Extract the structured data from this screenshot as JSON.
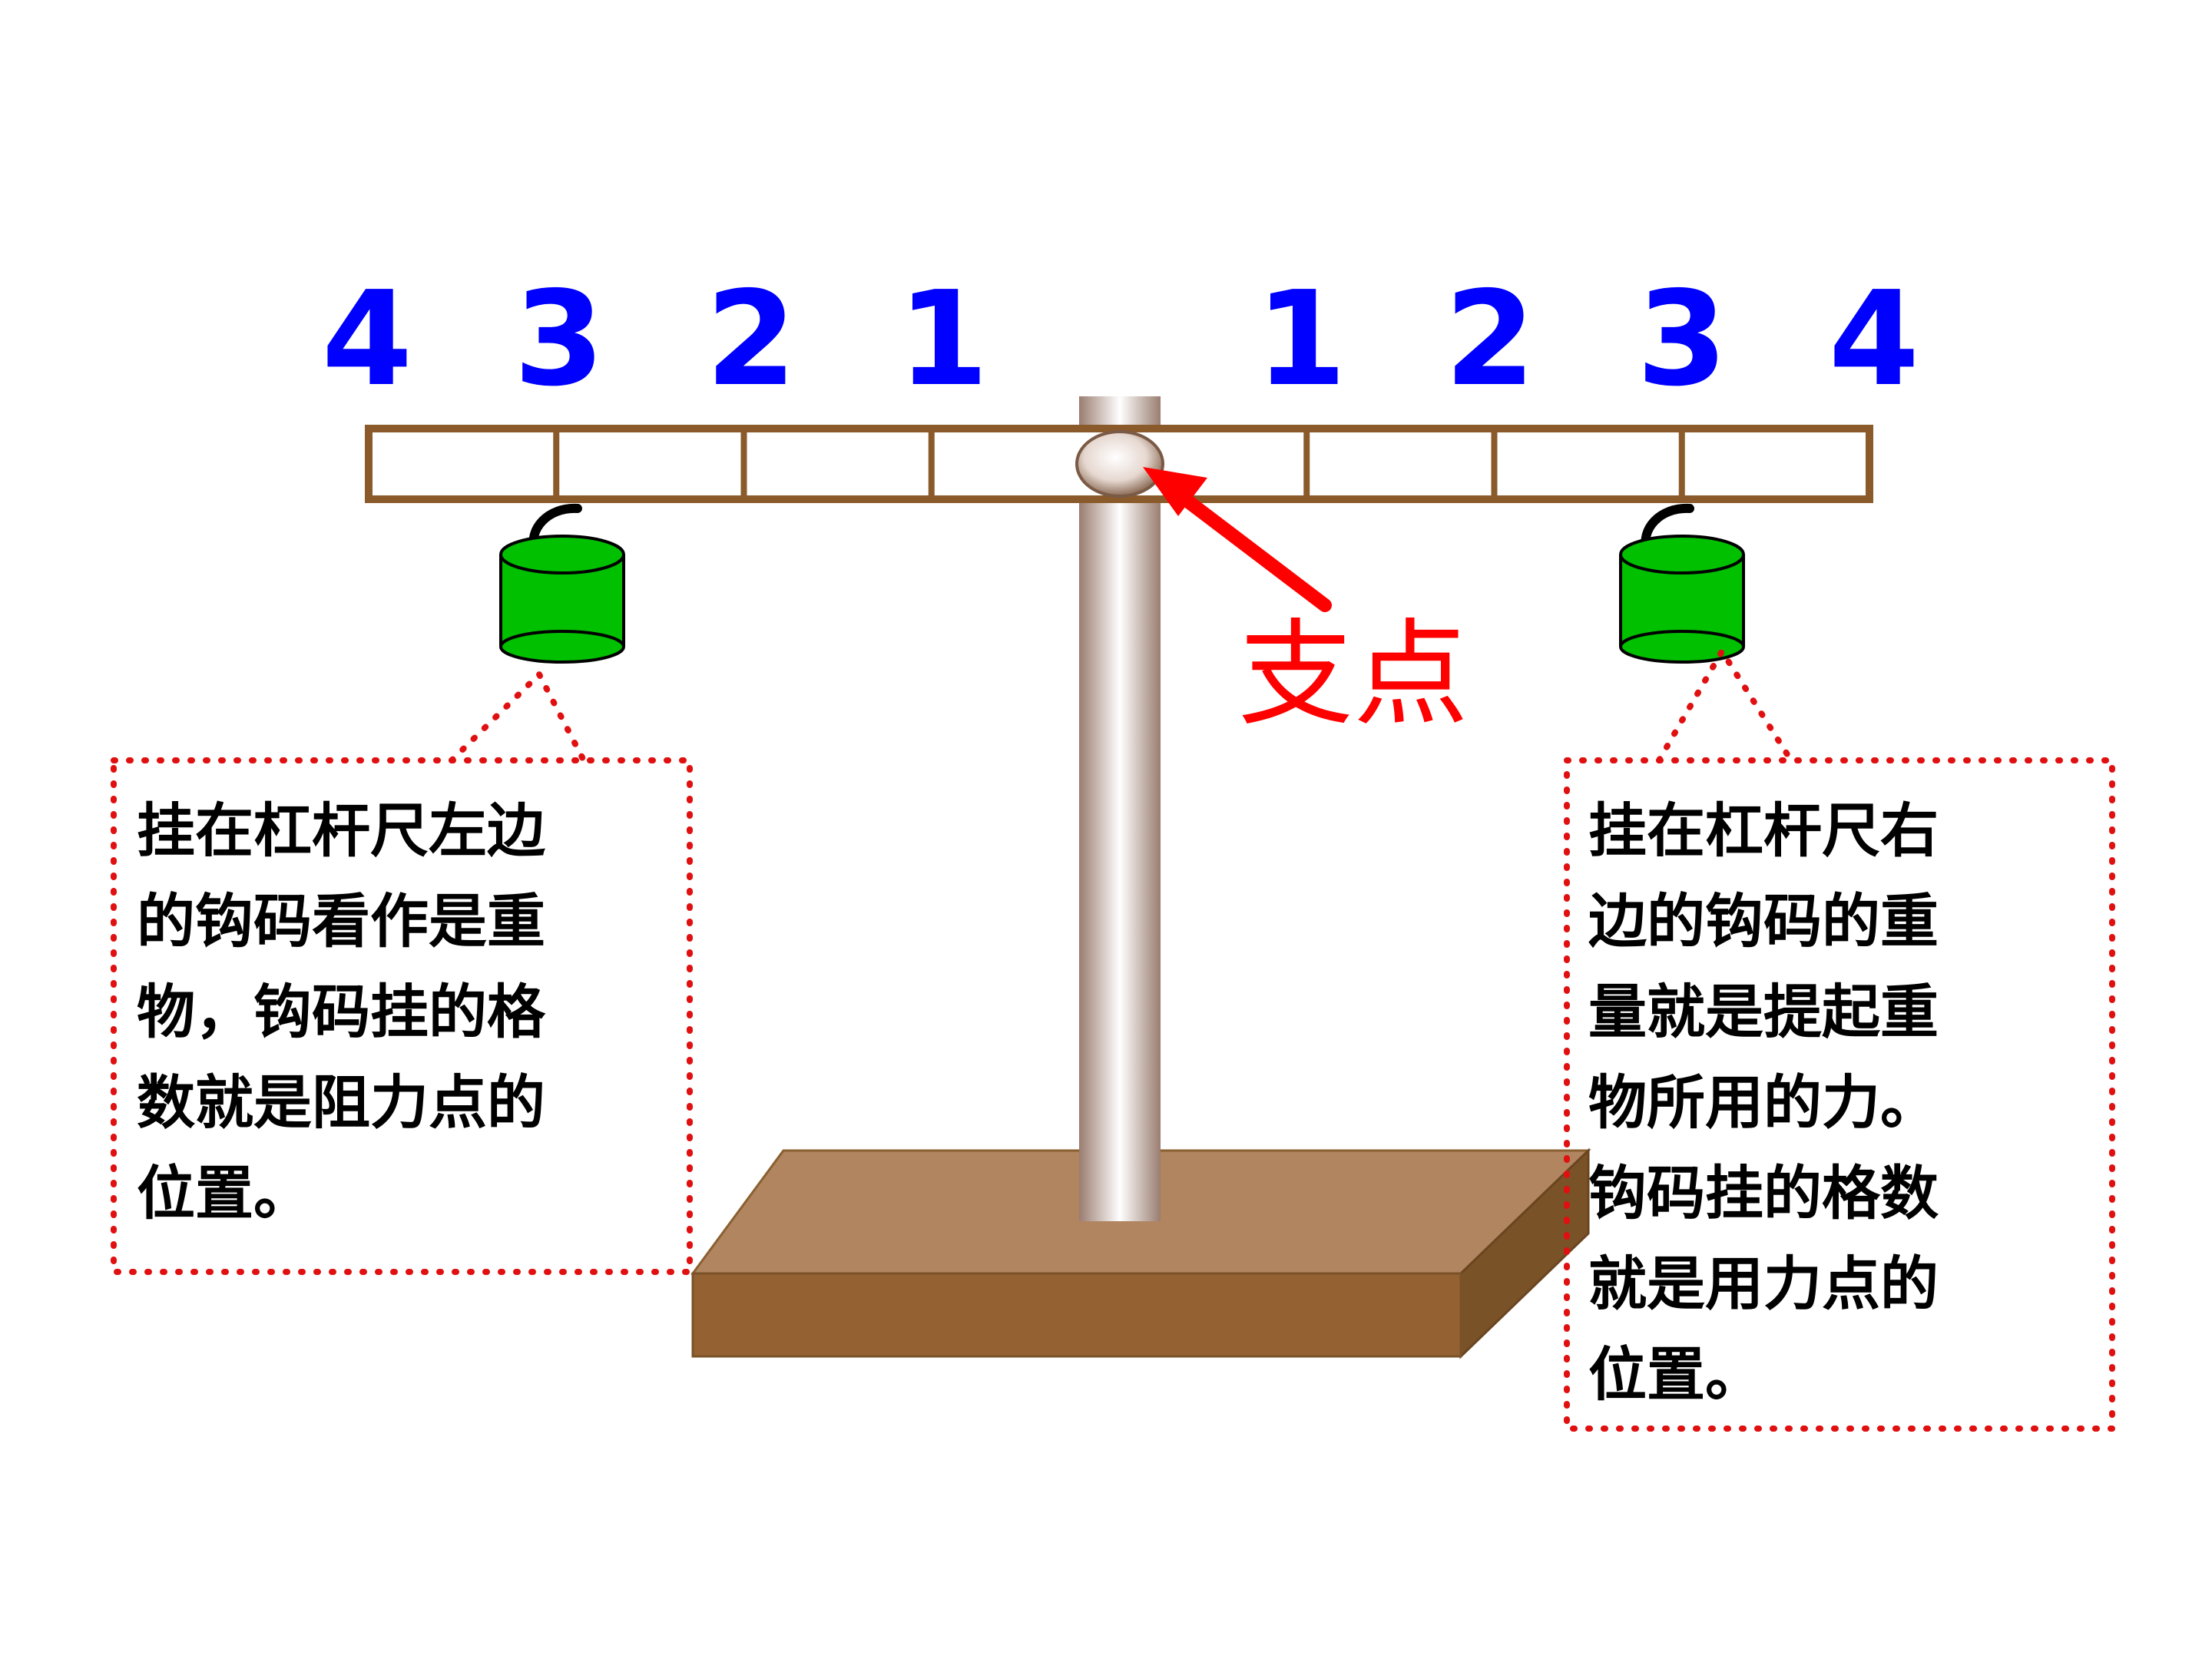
{
  "scale": {
    "left": [
      "4",
      "3",
      "2",
      "1"
    ],
    "right": [
      "1",
      "2",
      "3",
      "4"
    ]
  },
  "fulcrum_label": "支点",
  "left_note": [
    "挂在杠杆尺左边",
    "的钩码看作是重",
    "物，钩码挂的格",
    "数就是阻力点的",
    "位置。"
  ],
  "right_note": [
    "挂在杠杆尺右",
    "边的钩码的重",
    "量就是提起重",
    "物所用的力。",
    "钩码挂的格数",
    "就是用力点的",
    "位置。"
  ],
  "colors": {
    "numbers": "#0000ff",
    "fulcrum": "#ff0000",
    "beam": "#8b5a2b",
    "weight": "#00c000",
    "base_top": "#b08560",
    "base_front": "#946232",
    "base_side": "#7a5228",
    "note_border": "#e01010"
  }
}
